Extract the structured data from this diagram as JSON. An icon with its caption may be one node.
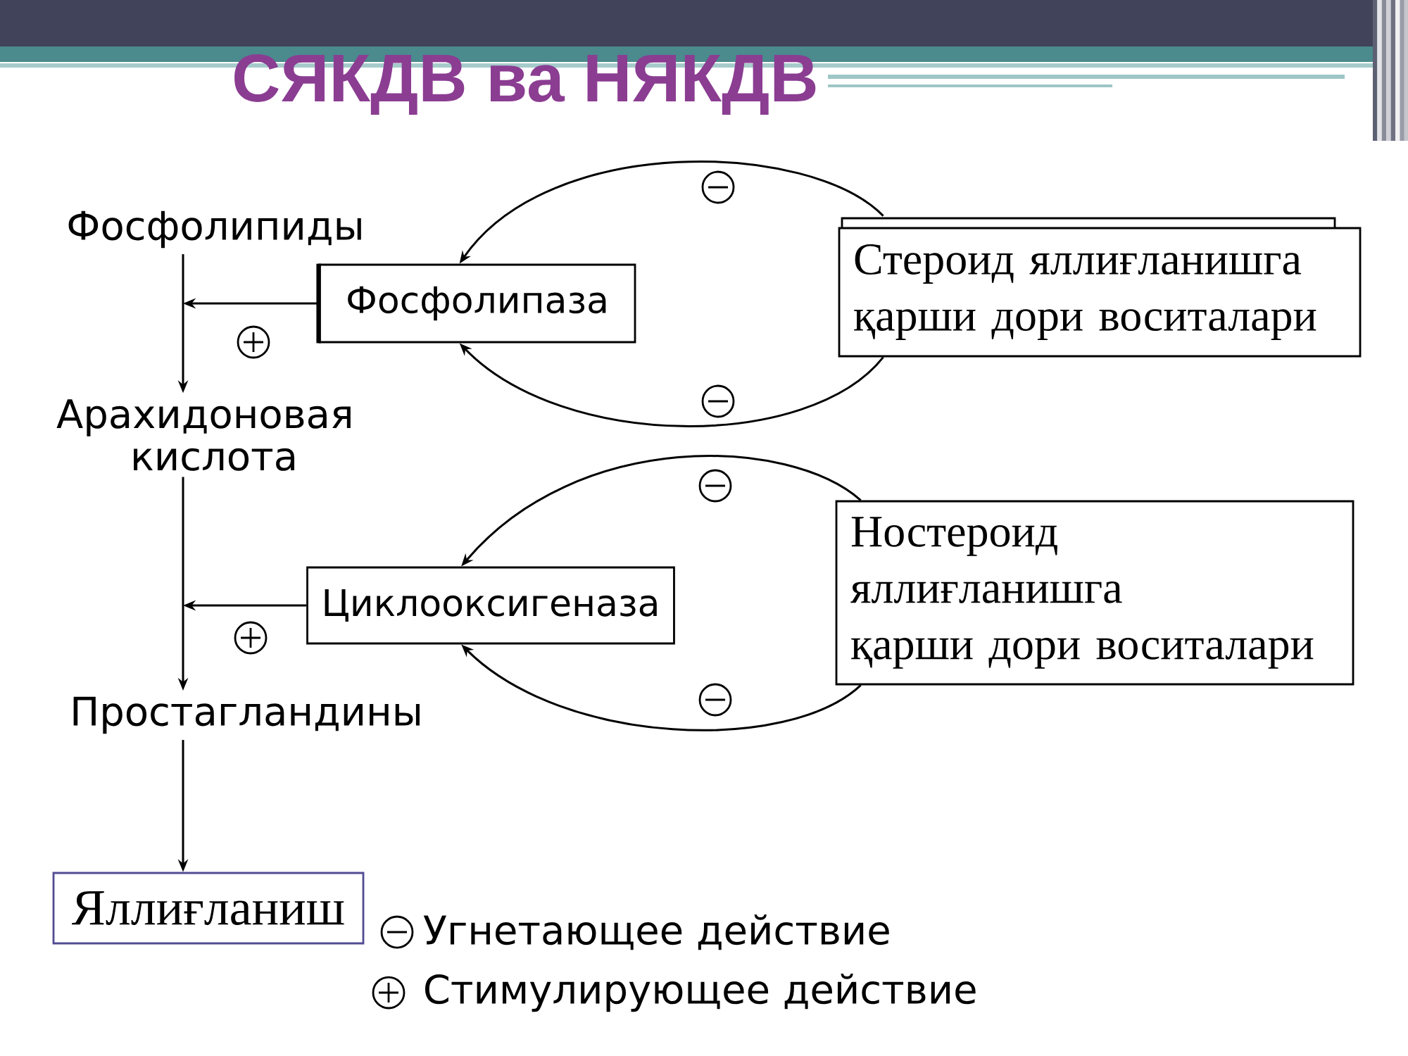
{
  "diagram": {
    "title": "СЯКДВ ва НЯКДВ",
    "nodes": [
      {
        "text": [
          "Фосфолипиды"
        ]
      },
      {
        "text": [
          "Арахидоновая кислота"
        ]
      },
      {
        "text": [
          "Простагландины"
        ]
      },
      {
        "text": [
          "Яллиғланиш"
        ]
      },
      {
        "text": [
          "Фосфолипаза"
        ]
      },
      {
        "text": [
          "Циклооксигеназа"
        ]
      },
      {
        "text": [
          "Стероид яллиғланишга қарши дори воситалари"
        ]
      },
      {
        "text": [
          "Ностероид яллиғланишга қарши дори воситалари"
        ]
      }
    ],
    "edges": [
      {
        "from": 0,
        "to": 1,
        "arrow": "to"
      },
      {
        "from": 1,
        "to": 2,
        "arrow": "to"
      },
      {
        "from": 2,
        "to": 3,
        "arrow": "to"
      },
      {
        "from": 4,
        "to": null,
        "arrow": "to"
      },
      {
        "from": 5,
        "to": null,
        "arrow": "to"
      },
      {
        "from": 6,
        "to": 4,
        "arrow": "to"
      },
      {
        "from": 6,
        "to": 4,
        "arrow": "to"
      },
      {
        "from": 7,
        "to": 5,
        "arrow": "to"
      },
      {
        "from": 7,
        "to": 5,
        "arrow": "to"
      }
    ],
    "legend": [
      {
        "text": "Угнетающее действие"
      },
      {
        "text": "Стимулирующее действие"
      }
    ]
  }
}
